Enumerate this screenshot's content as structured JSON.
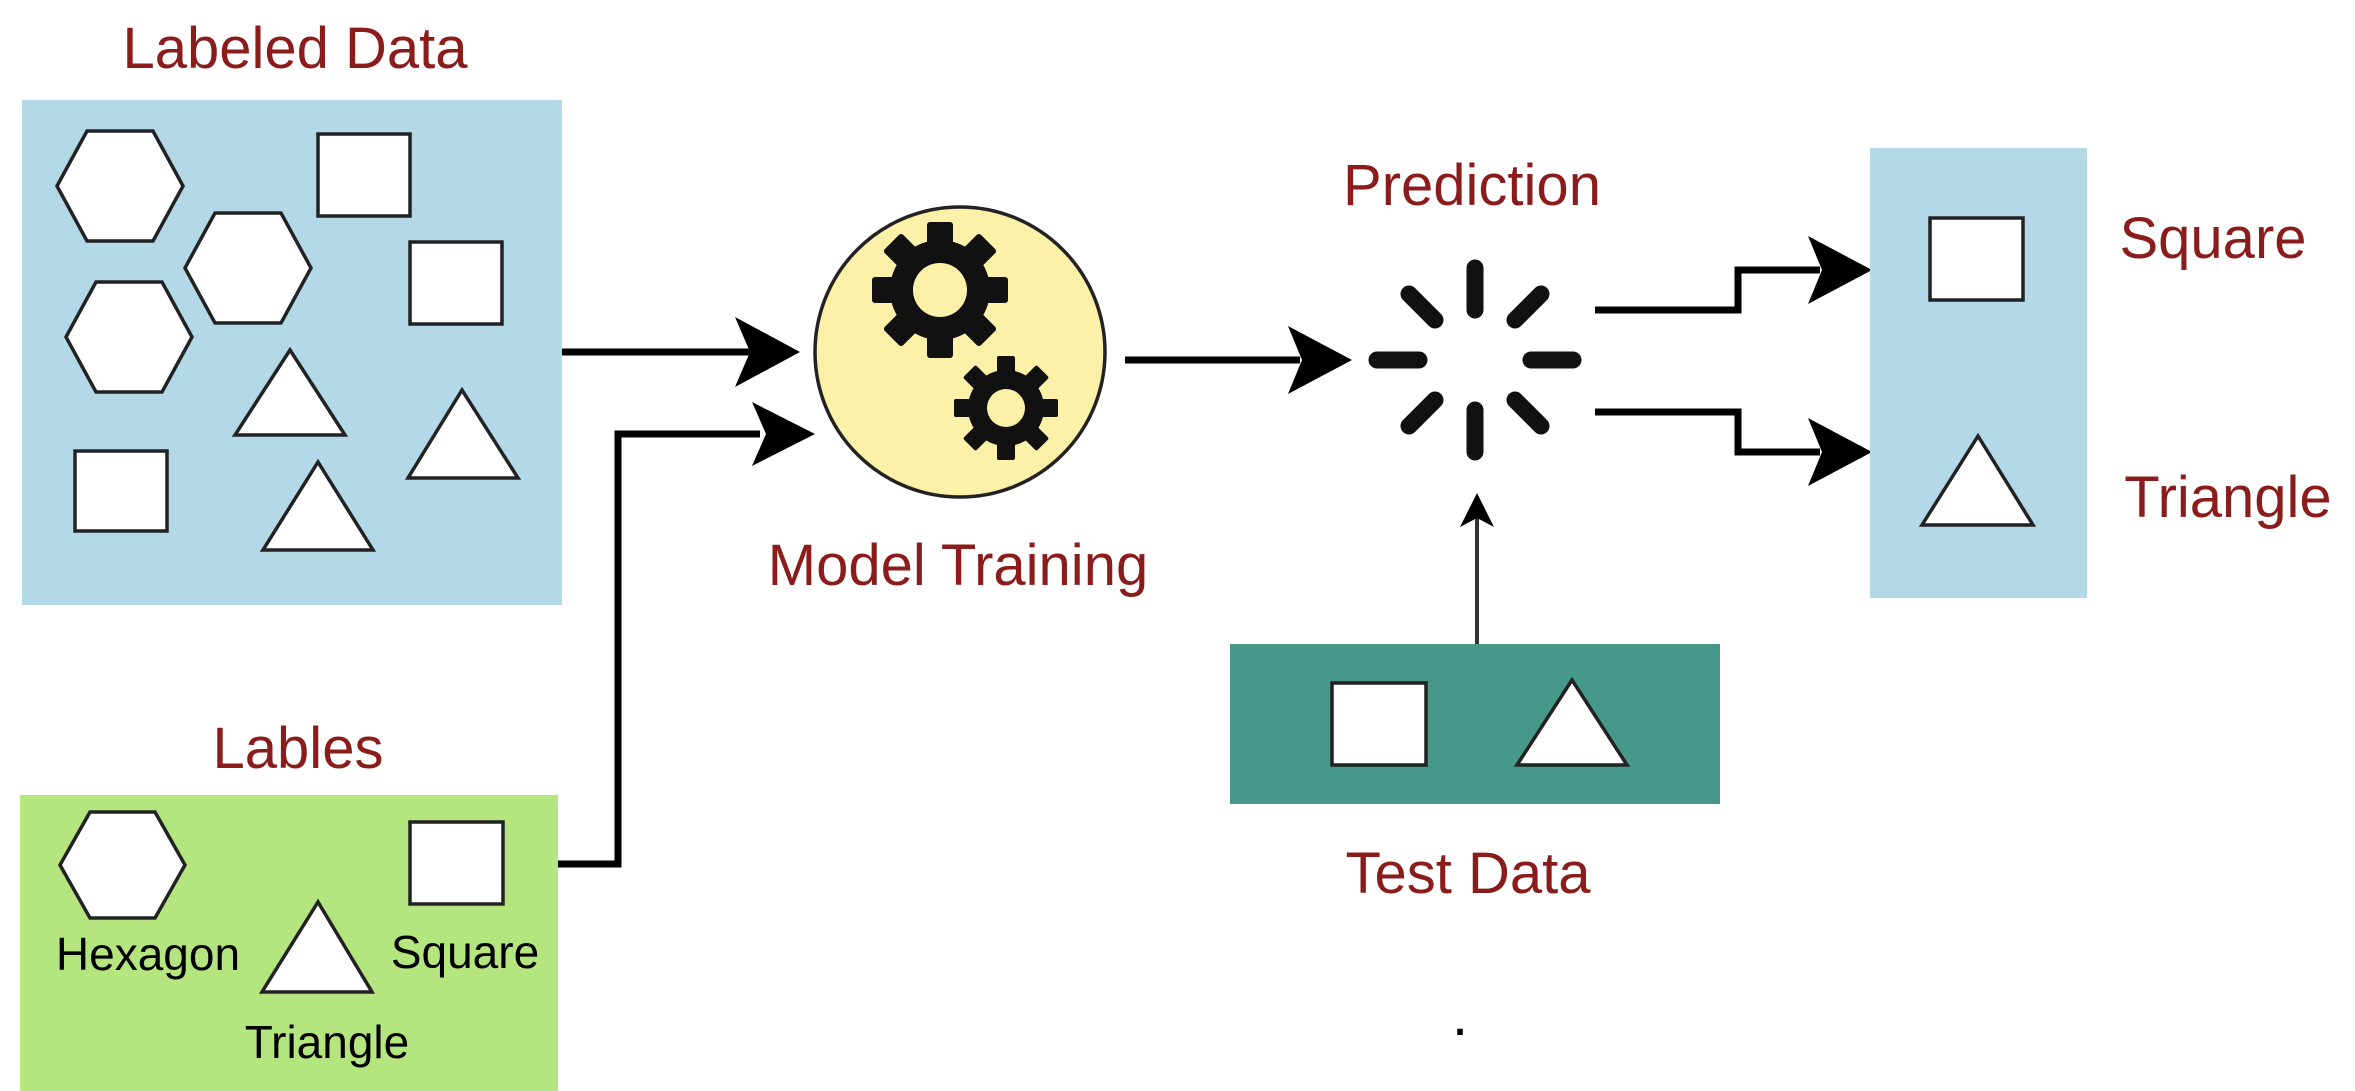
{
  "labeled_data": {
    "title": "Labeled Data",
    "bg_color": "#b3d8e8"
  },
  "labels": {
    "title": "Lables",
    "bg_color": "#b5e57e",
    "hexagon": "Hexagon",
    "triangle": "Triangle",
    "square": "Square"
  },
  "model_training": {
    "title": "Model Training",
    "circle_color": "#fdf0a8",
    "icon": "gears-icon"
  },
  "prediction": {
    "title": "Prediction",
    "icon": "loading-spinner-icon"
  },
  "test_data": {
    "title": "Test Data",
    "bg_color": "#45988a"
  },
  "output": {
    "bg_color": "#b3d8e8",
    "square": "Square",
    "triangle": "Triangle"
  },
  "footer": {
    "dot": "."
  },
  "colors": {
    "title_color": "#8b1c1c"
  }
}
